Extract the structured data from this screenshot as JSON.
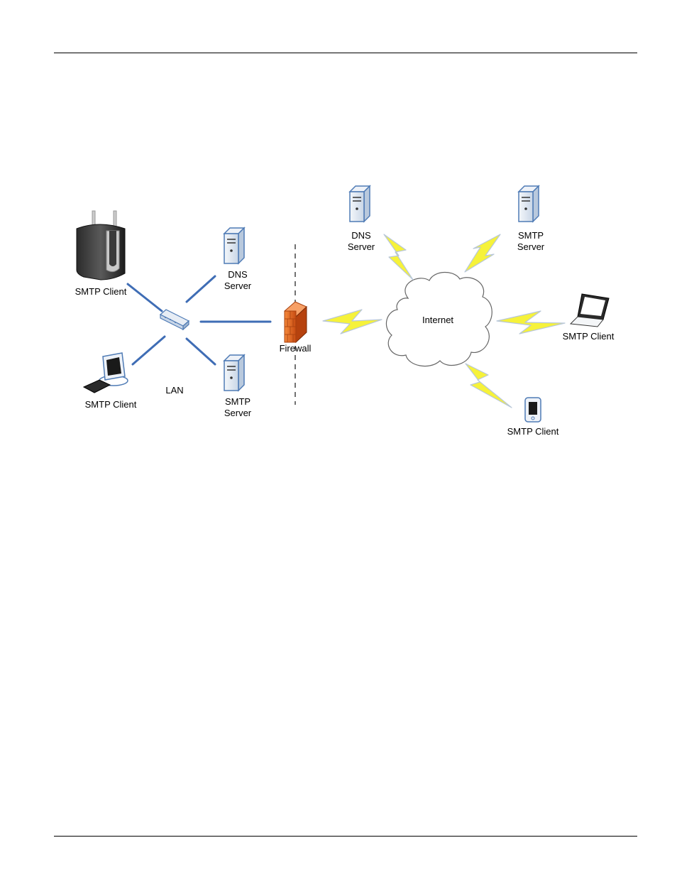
{
  "diagram": {
    "lan_label": "LAN",
    "internet_label": "Internet",
    "firewall_label": "Firewall",
    "lan_nodes": {
      "router_client": "SMTP Client",
      "desktop_client": "SMTP Client",
      "dns_server": [
        "DNS",
        "Server"
      ],
      "smtp_server": [
        "SMTP",
        "Server"
      ]
    },
    "internet_nodes": {
      "dns_server": [
        "DNS",
        "Server"
      ],
      "smtp_server": [
        "SMTP",
        "Server"
      ],
      "laptop_client": "SMTP Client",
      "mobile_client": "SMTP Client"
    },
    "colors": {
      "lan_link": "#3f6db5",
      "lightning": "#f6f23a",
      "lightning_edge": "#b8c7d8",
      "firewall": "#e8631f",
      "server_body": "#dfe7f1",
      "server_edge": "#4f7bb5"
    }
  }
}
